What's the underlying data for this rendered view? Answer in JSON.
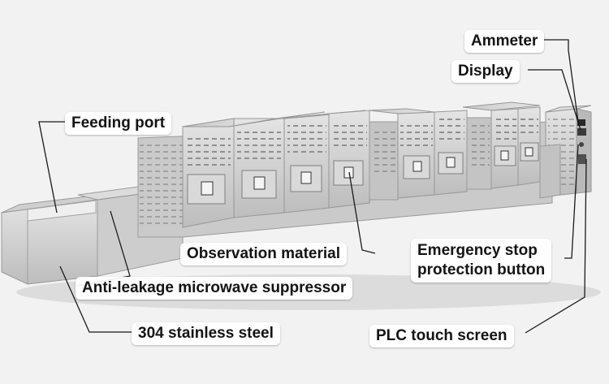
{
  "labels": {
    "ammeter": "Ammeter",
    "display": "Display",
    "feeding_port": "Feeding port",
    "observation_material": "Observation material",
    "emergency_stop_line1": "Emergency stop",
    "emergency_stop_line2": "protection button",
    "anti_leakage": "Anti-leakage microwave suppressor",
    "stainless_steel": "304 stainless steel",
    "plc_touch_screen": "PLC touch screen"
  },
  "colors": {
    "background": "#f2f2f2",
    "machine_body": "#d6d6d6",
    "machine_shadow": "#a9a9a9",
    "leader_line": "#1a1a1a"
  }
}
